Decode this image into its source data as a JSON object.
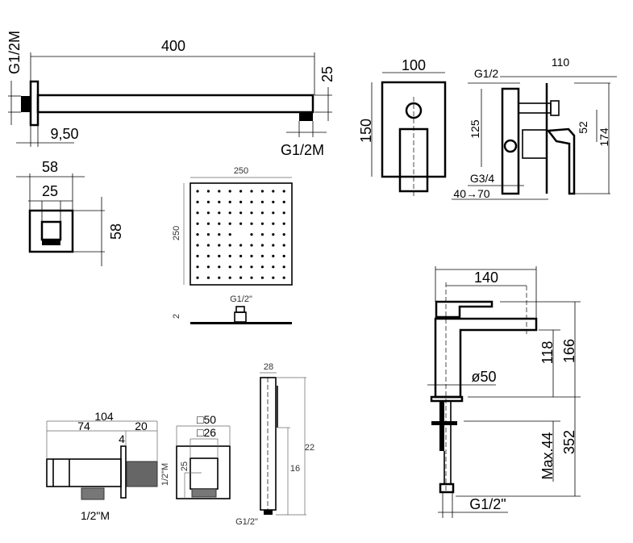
{
  "shower_arm": {
    "length": "400",
    "height": "25",
    "inlet": "G1/2M",
    "outlet": "G1/2M",
    "flange": "9,50"
  },
  "wall_flange": {
    "width": "58",
    "inner": "25",
    "height": "58"
  },
  "shower_head": {
    "width": "250",
    "depth": "250",
    "thickness": "2",
    "connection": "G1/2\""
  },
  "concealed_mixer": {
    "width": "100",
    "height": "150",
    "depth": "110",
    "inlet": "G1/2",
    "outlet": "G3/4",
    "pipe_spacing": "125",
    "offset": "52",
    "total_height": "174",
    "install_depth": "40→70"
  },
  "basin_mixer": {
    "reach": "140",
    "total_height": "166",
    "spout_height": "118",
    "base": "ø50",
    "counter_max": "Max.44",
    "hose": "352",
    "connection": "G1/2\""
  },
  "wall_elbow": {
    "total": "104",
    "body": "74",
    "thread_len": "20",
    "flange": "4",
    "thread": "1/2\"M",
    "outlet": "1/2\"M",
    "square_outer": "□50",
    "square_inner": "□26",
    "inner_height": "25"
  },
  "hand_shower": {
    "width": "28",
    "length": "22",
    "spray": "16",
    "connection": "G1/2\""
  }
}
